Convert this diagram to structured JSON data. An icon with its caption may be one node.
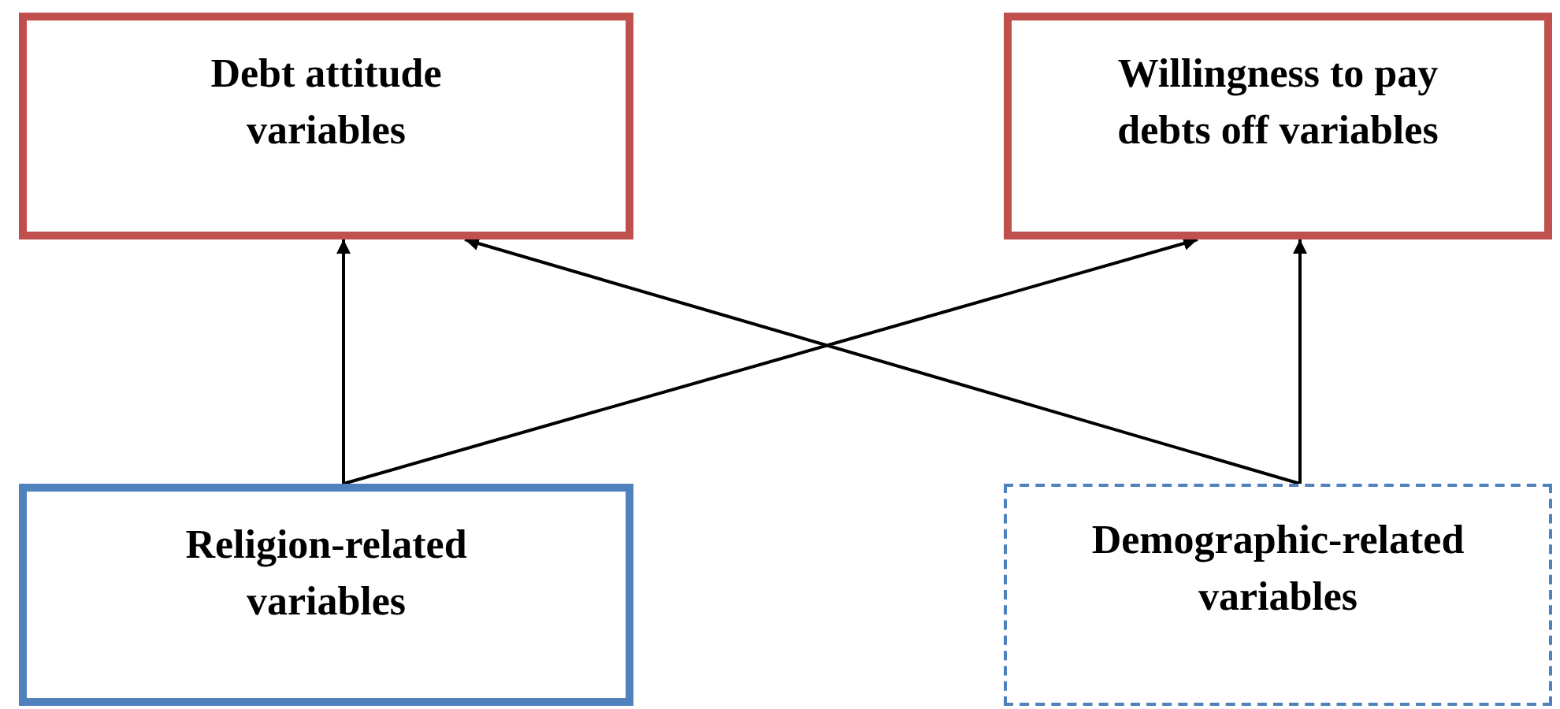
{
  "diagram": {
    "nodes": [
      {
        "text": [
          "Debt attitude variables"
        ]
      },
      {
        "text": [
          "Willingness to pay debts off variables"
        ]
      },
      {
        "text": [
          "Religion-related variables"
        ]
      },
      {
        "text": [
          "Demographic-related variables"
        ]
      }
    ],
    "edges": [
      {
        "from": 2,
        "to": 0,
        "arrow": "to"
      },
      {
        "from": 2,
        "to": 1,
        "arrow": "to"
      },
      {
        "from": 3,
        "to": 1,
        "arrow": "to"
      },
      {
        "from": 3,
        "to": 0,
        "arrow": "to"
      }
    ]
  }
}
